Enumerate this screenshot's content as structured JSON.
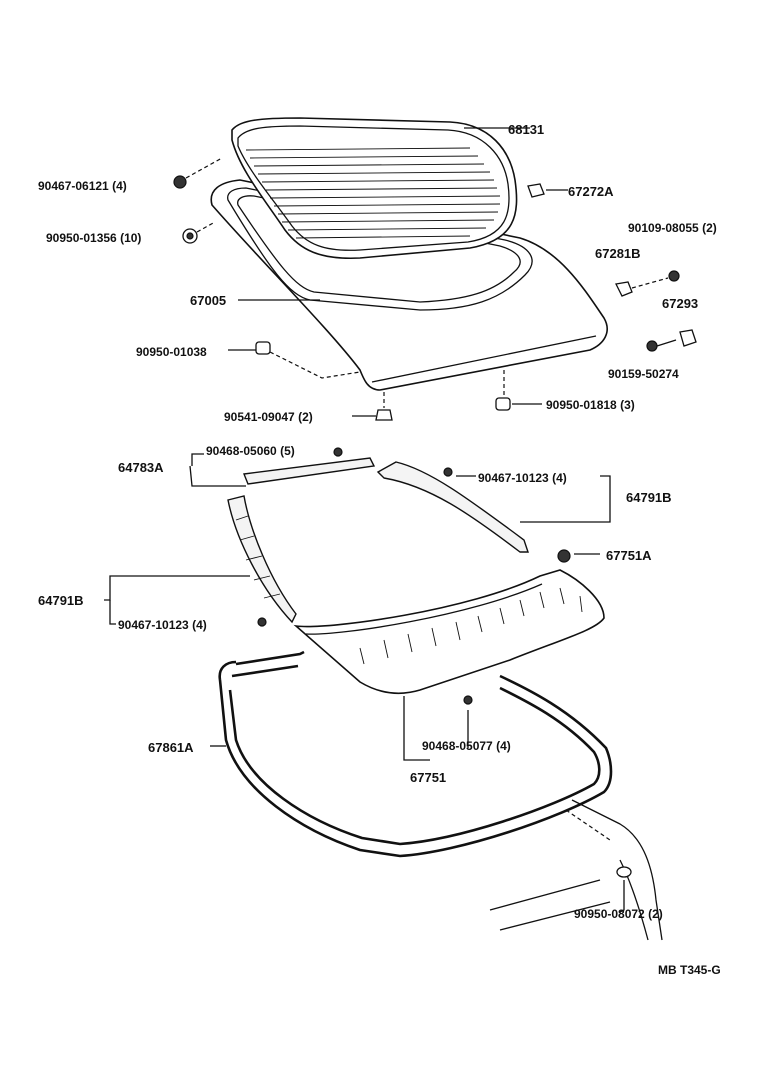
{
  "labels": {
    "p68131": "68131",
    "p67272A": "67272A",
    "p90467_06121": "90467-06121 (4)",
    "p90950_01356": "90950-01356 (10)",
    "p90109_08055": "90109-08055 (2)",
    "p67281B": "67281B",
    "p67005": "67005",
    "p67293": "67293",
    "p90950_01038": "90950-01038",
    "p90159_50274": "90159-50274",
    "p90541_09047": "90541-09047 (2)",
    "p90950_01818": "90950-01818 (3)",
    "p64783A": "64783A",
    "p90468_05060": "90468-05060 (5)",
    "p90467_10123_top": "90467-10123 (4)",
    "p64791B_right": "64791B",
    "p67751A": "67751A",
    "p64791B_left": "64791B",
    "p90467_10123_left": "90467-10123 (4)",
    "p67861A": "67861A",
    "p90468_05077": "90468-05077 (4)",
    "p67751": "67751",
    "p90950_08072": "90950-08072 (2)",
    "ref": "MB T345-G"
  }
}
